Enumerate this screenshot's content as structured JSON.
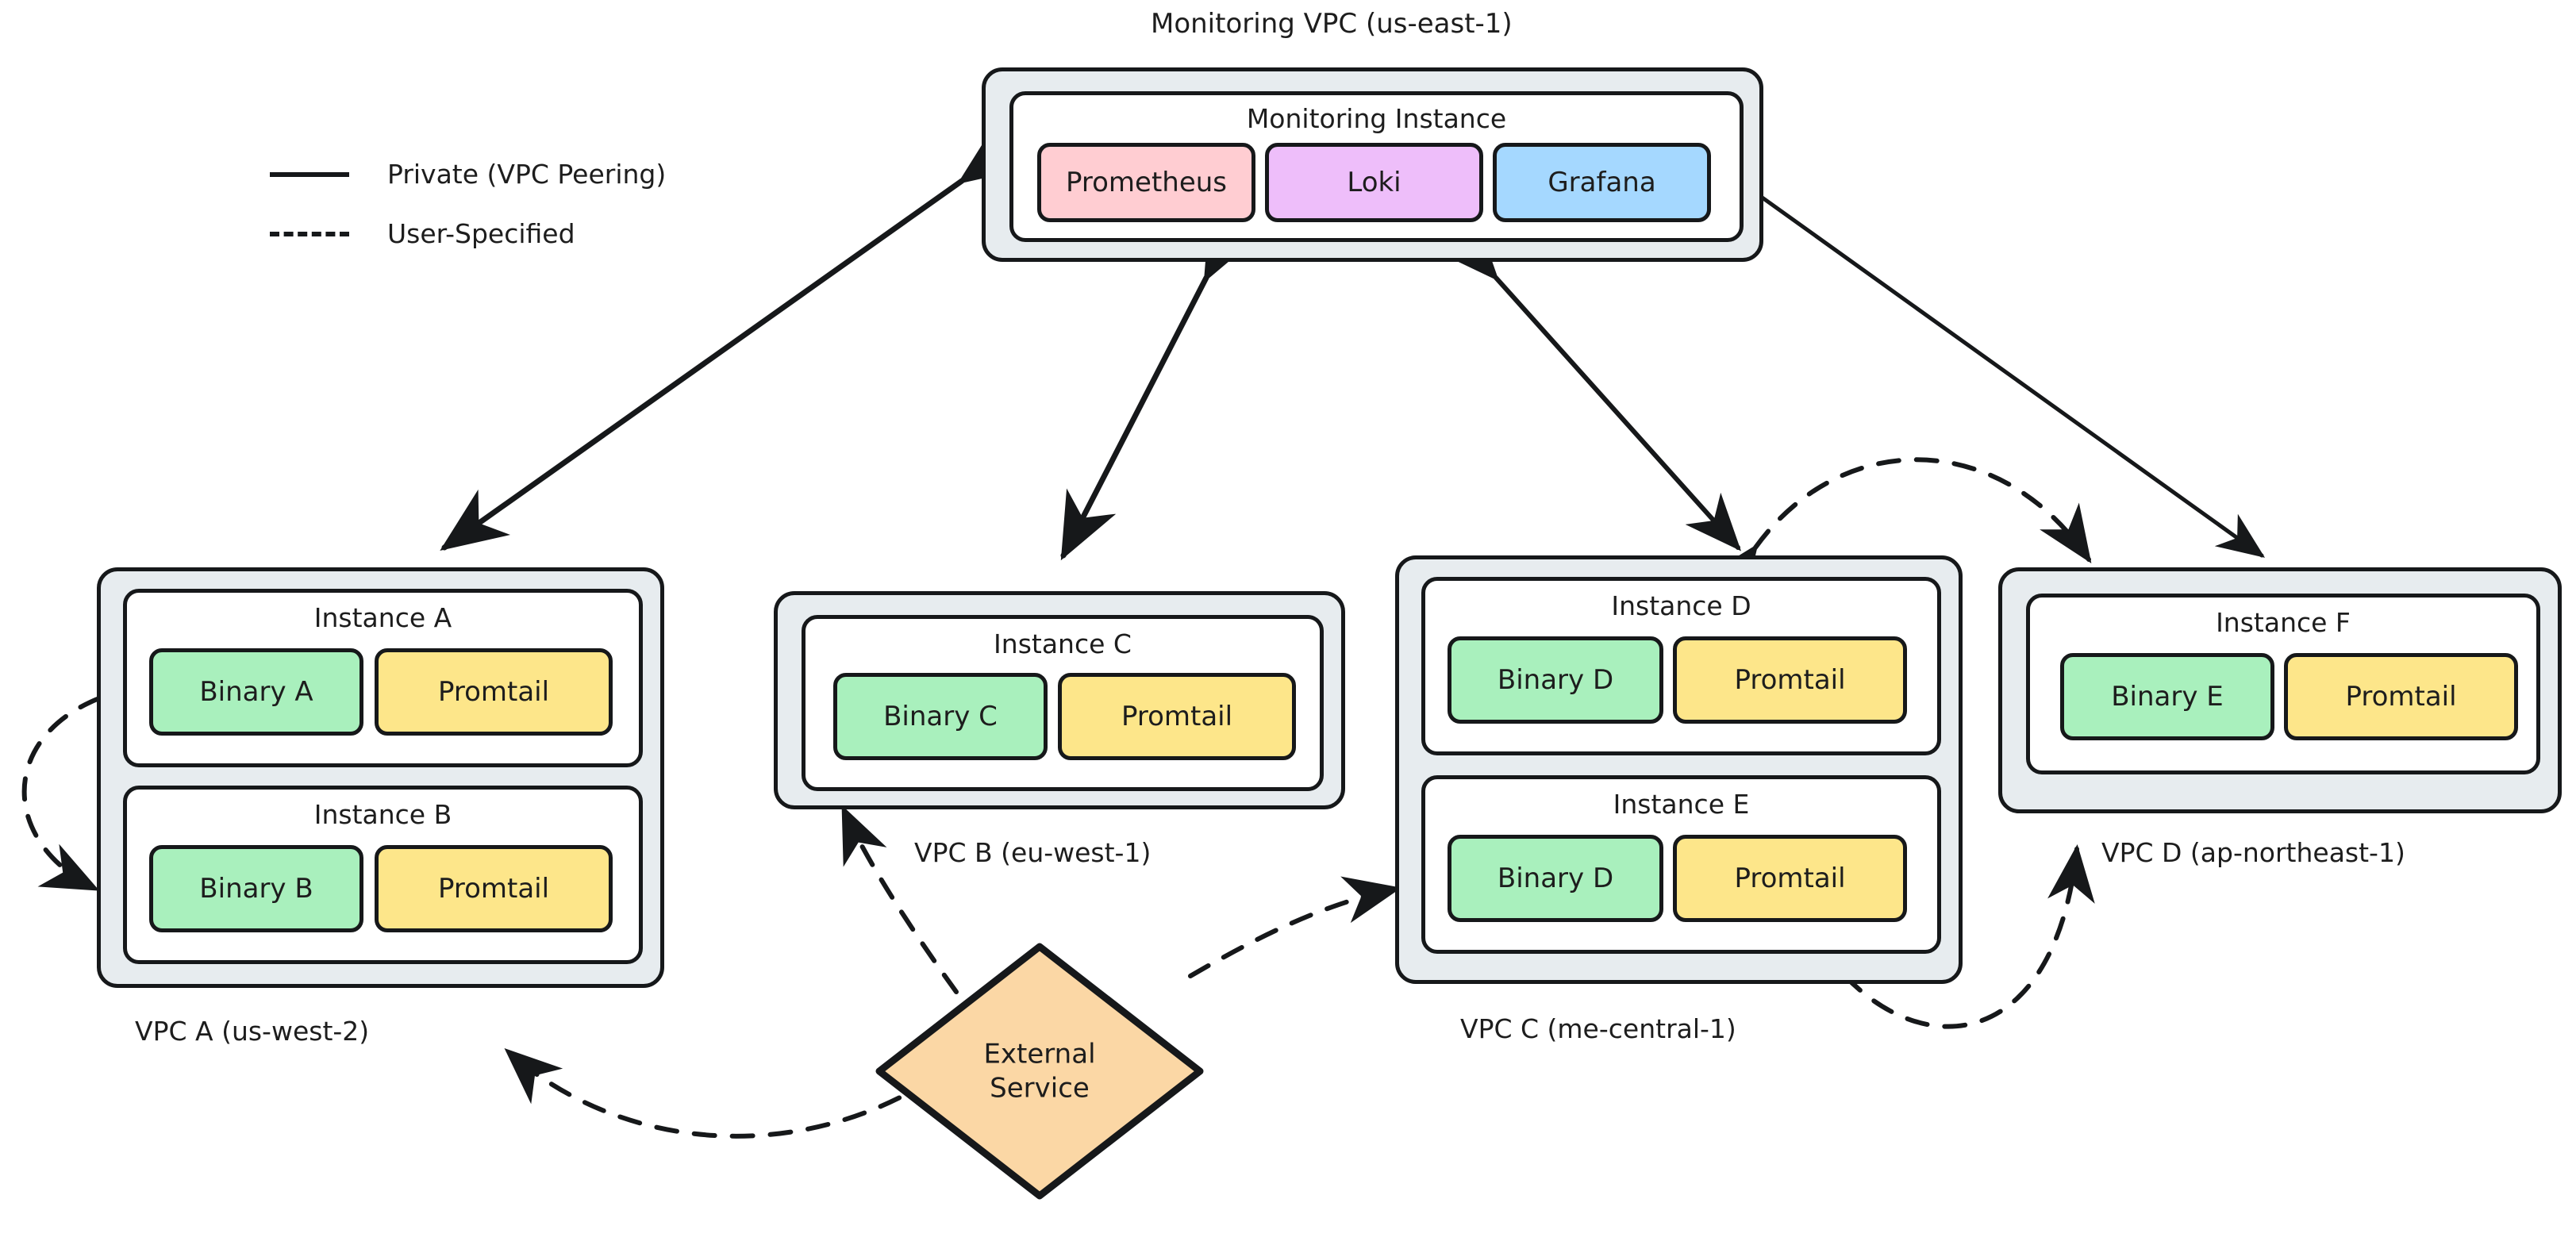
{
  "diagram": {
    "title_top": "Monitoring VPC (us-east-1)",
    "legend": {
      "items": [
        {
          "label": "Private (VPC Peering)",
          "style": "solid"
        },
        {
          "label": "User-Specified",
          "style": "dashed"
        }
      ]
    },
    "colors": {
      "vpc_fill": "#e7ecef",
      "instance_fill": "#ffffff",
      "stroke": "#16181a",
      "binary_green": "#a9f0bd",
      "promtail_yellow": "#fde68a",
      "prometheus_pink": "#ffcdd2",
      "loki_purple": "#eebefa",
      "grafana_blue": "#a5d8ff",
      "external_orange": "#fbd7a5"
    },
    "monitoring_vpc": {
      "caption": "Monitoring VPC (us-east-1)",
      "instance": {
        "title": "Monitoring Instance",
        "services": [
          {
            "label": "Prometheus",
            "color": "#ffcdd2"
          },
          {
            "label": "Loki",
            "color": "#eebefa"
          },
          {
            "label": "Grafana",
            "color": "#a5d8ff"
          }
        ]
      }
    },
    "vpcs": [
      {
        "id": "vpc-a",
        "caption": "VPC A (us-west-2)",
        "instances": [
          {
            "title": "Instance A",
            "services": [
              {
                "label": "Binary A",
                "color": "#a9f0bd"
              },
              {
                "label": "Promtail",
                "color": "#fde68a"
              }
            ]
          },
          {
            "title": "Instance B",
            "services": [
              {
                "label": "Binary B",
                "color": "#a9f0bd"
              },
              {
                "label": "Promtail",
                "color": "#fde68a"
              }
            ]
          }
        ]
      },
      {
        "id": "vpc-b",
        "caption": "VPC B (eu-west-1)",
        "instances": [
          {
            "title": "Instance C",
            "services": [
              {
                "label": "Binary C",
                "color": "#a9f0bd"
              },
              {
                "label": "Promtail",
                "color": "#fde68a"
              }
            ]
          }
        ]
      },
      {
        "id": "vpc-c",
        "caption": "VPC C (me-central-1)",
        "instances": [
          {
            "title": "Instance D",
            "services": [
              {
                "label": "Binary D",
                "color": "#a9f0bd"
              },
              {
                "label": "Promtail",
                "color": "#fde68a"
              }
            ]
          },
          {
            "title": "Instance E",
            "services": [
              {
                "label": "Binary D",
                "color": "#a9f0bd"
              },
              {
                "label": "Promtail",
                "color": "#fde68a"
              }
            ]
          }
        ]
      },
      {
        "id": "vpc-d",
        "caption": "VPC D (ap-northeast-1)",
        "instances": [
          {
            "title": "Instance F",
            "services": [
              {
                "label": "Binary E",
                "color": "#a9f0bd"
              },
              {
                "label": "Promtail",
                "color": "#fde68a"
              }
            ]
          }
        ]
      }
    ],
    "external_service": {
      "line1": "External",
      "line2": "Service"
    },
    "connections": [
      {
        "from": "monitoring-vpc",
        "to": "vpc-a",
        "style": "solid",
        "bidirectional": true
      },
      {
        "from": "monitoring-vpc",
        "to": "vpc-b",
        "style": "solid",
        "bidirectional": true
      },
      {
        "from": "monitoring-vpc",
        "to": "vpc-c",
        "style": "solid",
        "bidirectional": true
      },
      {
        "from": "monitoring-vpc",
        "to": "vpc-d",
        "style": "solid",
        "bidirectional": true
      },
      {
        "from": "vpc-a-instance-a",
        "to": "vpc-a-instance-b",
        "style": "dashed",
        "bidirectional": true
      },
      {
        "from": "external-service",
        "to": "vpc-a",
        "style": "dashed",
        "bidirectional": false
      },
      {
        "from": "external-service",
        "to": "vpc-b",
        "style": "dashed",
        "bidirectional": false
      },
      {
        "from": "external-service",
        "to": "vpc-c",
        "style": "dashed",
        "bidirectional": false
      },
      {
        "from": "vpc-c",
        "to": "vpc-d",
        "style": "dashed",
        "bidirectional": true
      },
      {
        "from": "vpc-d",
        "to": "vpc-c",
        "style": "dashed",
        "bidirectional": true
      }
    ]
  }
}
